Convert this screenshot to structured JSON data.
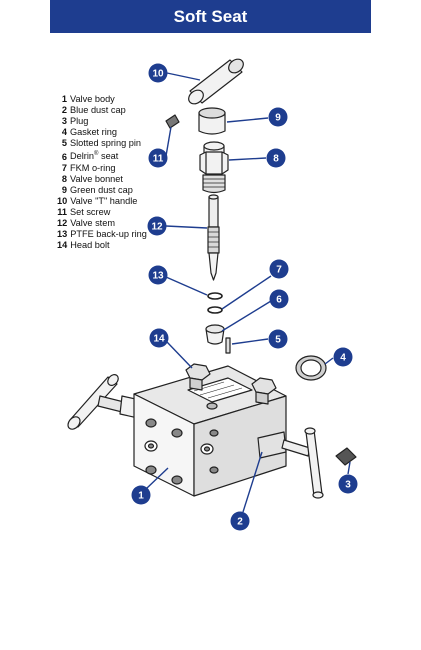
{
  "header": {
    "title": "Soft Seat"
  },
  "parts": [
    {
      "num": "1",
      "label": "Valve body"
    },
    {
      "num": "2",
      "label": "Blue dust cap"
    },
    {
      "num": "3",
      "label": "Plug"
    },
    {
      "num": "4",
      "label": "Gasket ring"
    },
    {
      "num": "5",
      "label": "Slotted spring pin"
    },
    {
      "num": "6",
      "label": "Delrin",
      "sup": "®",
      "label_after": " seat"
    },
    {
      "num": "7",
      "label": "FKM o-ring"
    },
    {
      "num": "8",
      "label": "Valve bonnet"
    },
    {
      "num": "9",
      "label": "Green dust cap"
    },
    {
      "num": "10",
      "label": "Valve \"T\" handle"
    },
    {
      "num": "11",
      "label": "Set screw"
    },
    {
      "num": "12",
      "label": "Valve stem"
    },
    {
      "num": "13",
      "label": "PTFE back-up ring"
    },
    {
      "num": "14",
      "label": "Head bolt"
    }
  ],
  "callouts": [
    "10",
    "9",
    "11",
    "8",
    "12",
    "13",
    "7",
    "6",
    "5",
    "4",
    "14",
    "3",
    "1",
    "2"
  ],
  "colors": {
    "banner": "#1e3d8f",
    "callout": "#1e3d8f",
    "line_art": "#222222"
  }
}
